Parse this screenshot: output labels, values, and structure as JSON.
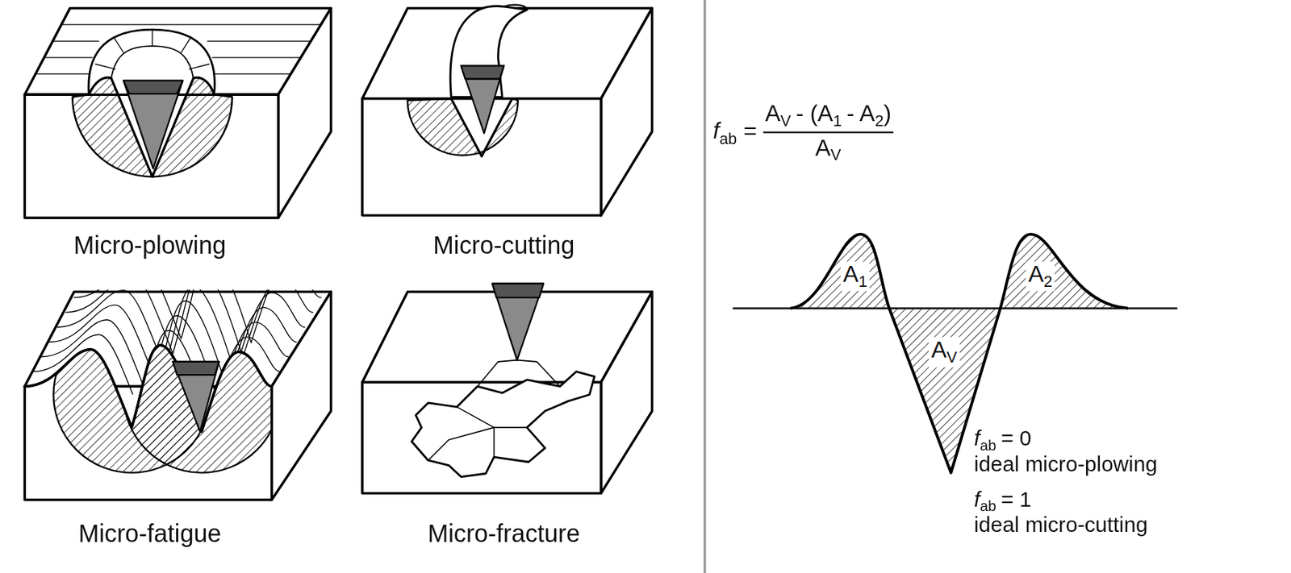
{
  "diagram": {
    "labels": [
      "Micro-plowing",
      "Micro-cutting",
      "Micro-fatigue",
      "Micro-fracture",
      "f",
      "ab",
      "=",
      "A",
      "V",
      "- (A",
      "1",
      "- A",
      "2",
      ")",
      "A",
      "V",
      "A",
      "1",
      "A",
      "2",
      "A",
      "V",
      "f",
      "ab",
      "= 0",
      "ideal micro-plowing",
      "f",
      "ab",
      "= 1",
      "ideal micro-cutting"
    ]
  }
}
